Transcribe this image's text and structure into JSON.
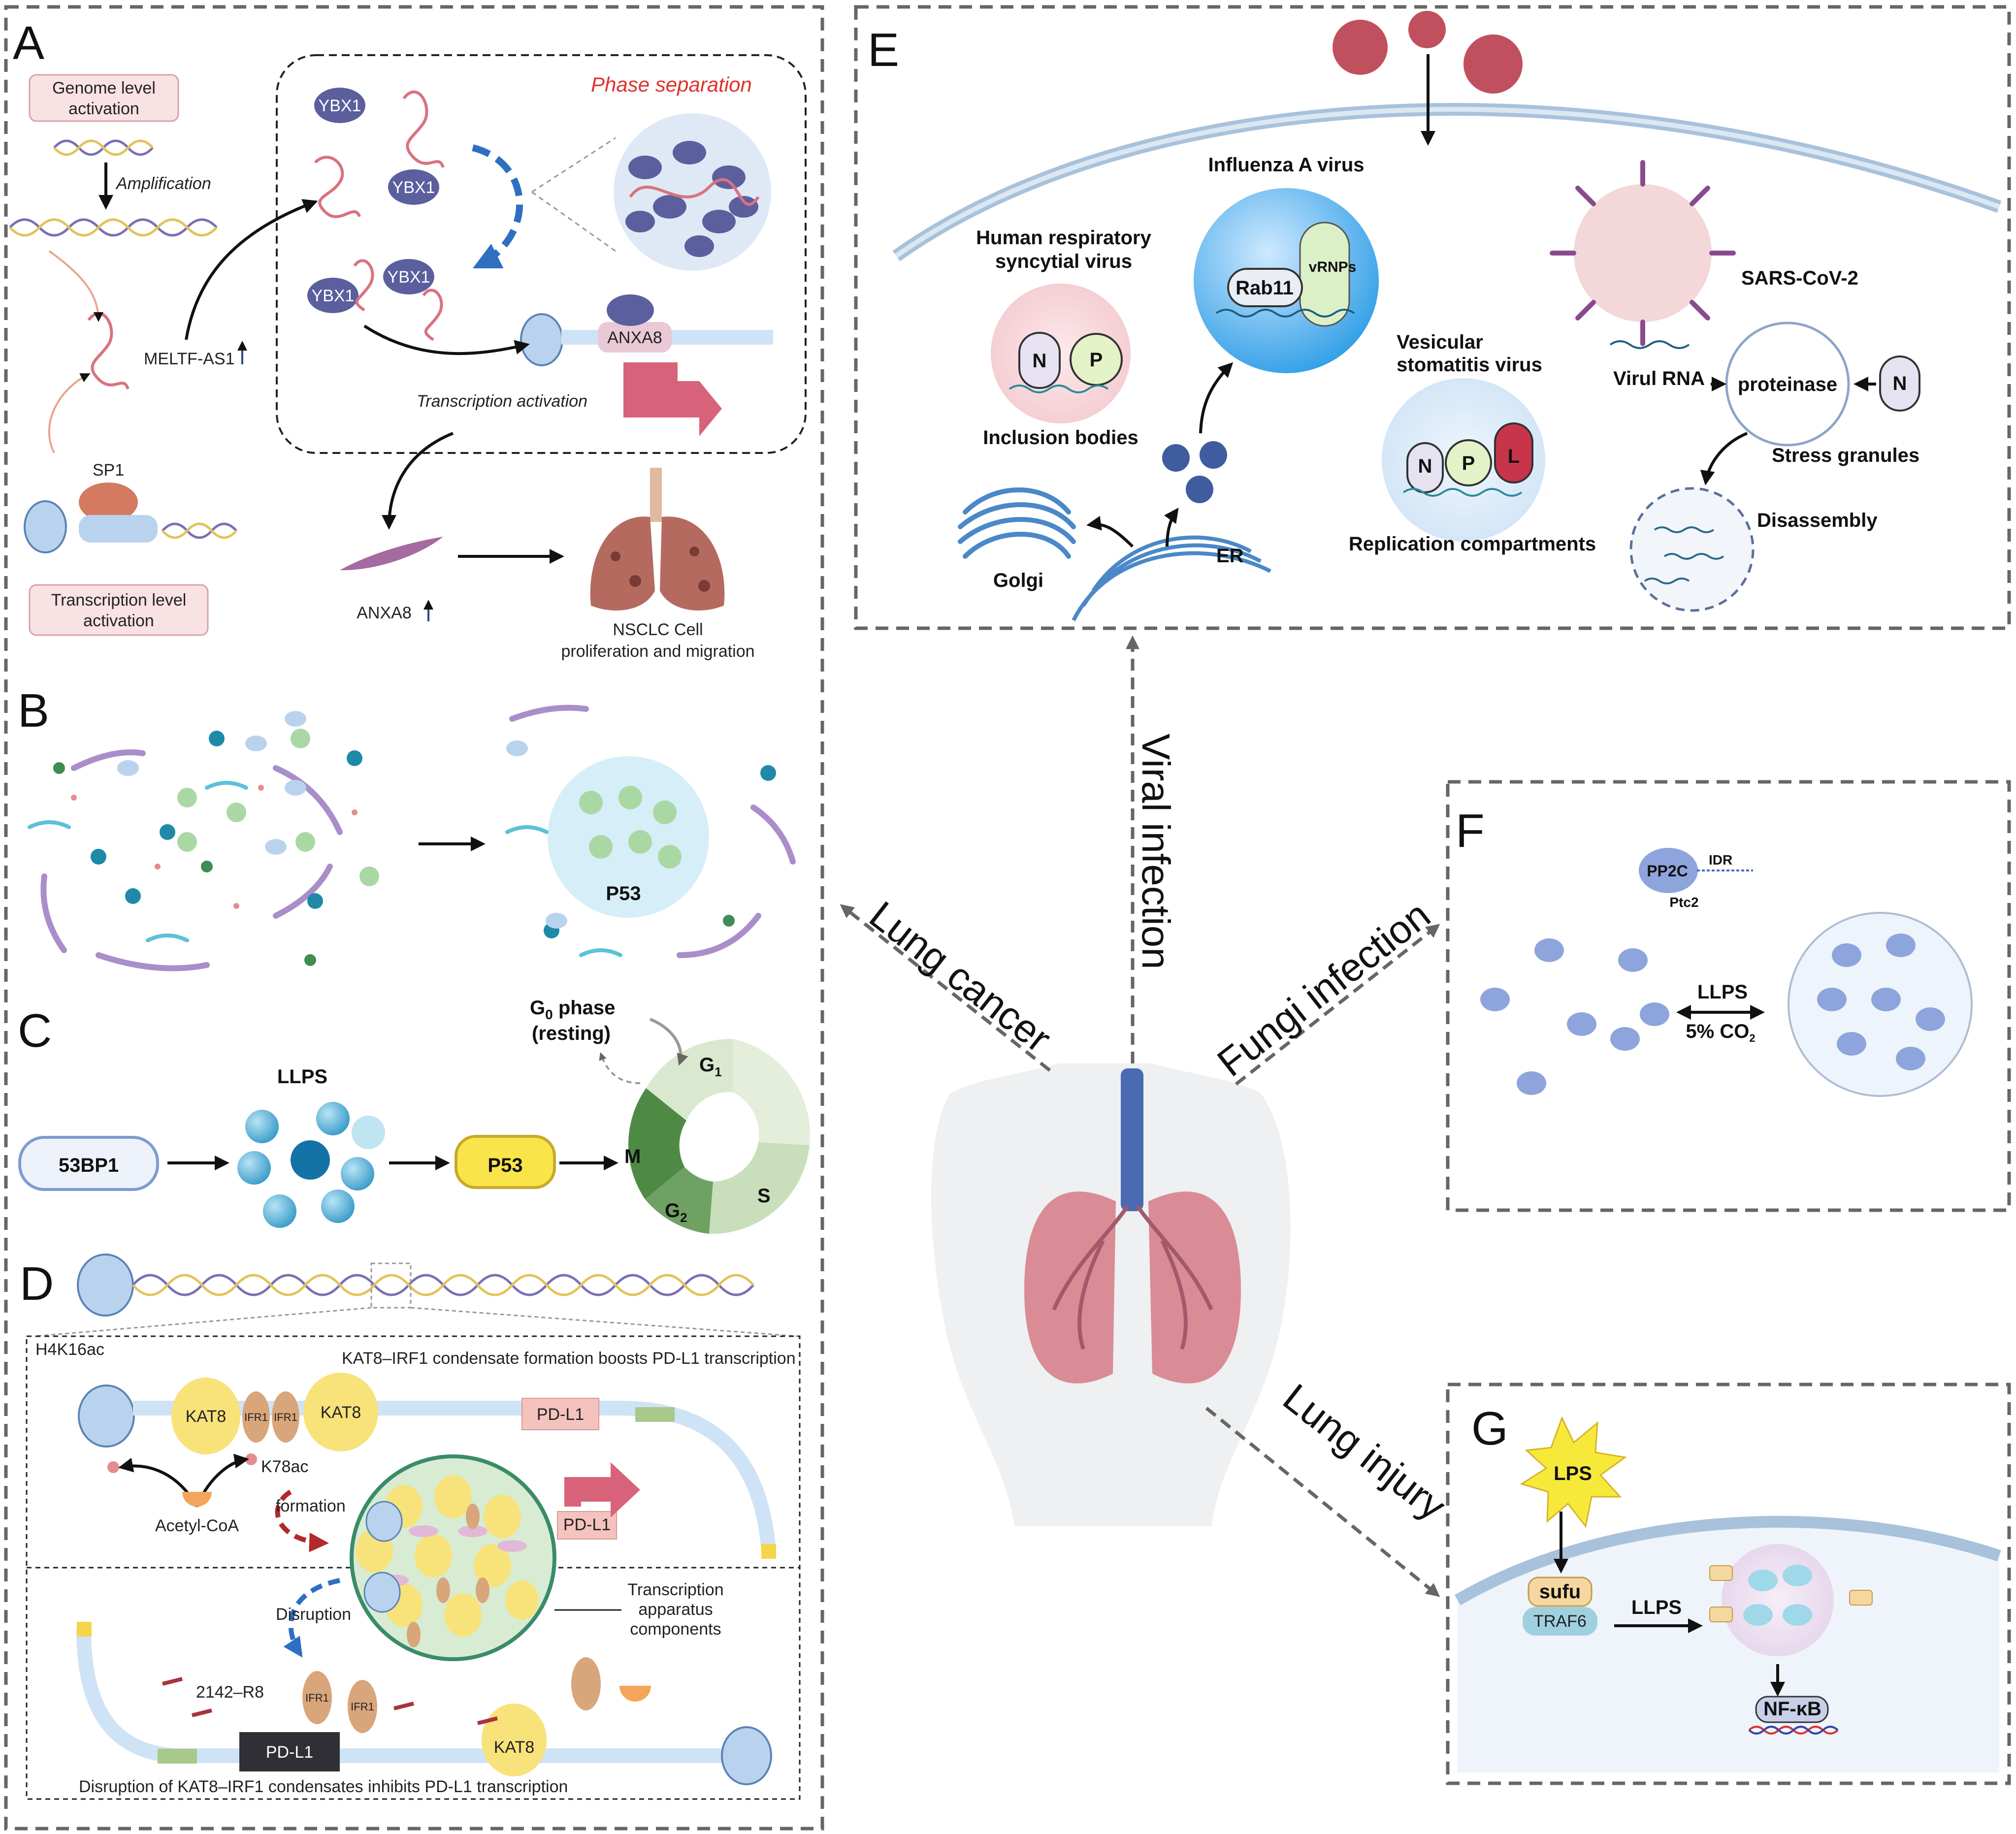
{
  "panels": {
    "A": {
      "letter": "A",
      "genome_level": [
        "Genome level",
        "activation"
      ],
      "amplification": "Amplification",
      "phase_separation": "Phase separation",
      "ybx1": "YBX1",
      "meltf": "MELTF-AS1",
      "sp1": "SP1",
      "anxa8": "ANXA8",
      "transcription_activation": "Transcription activation",
      "transcription_level": [
        "Transcription level",
        "activation"
      ],
      "anxa8_out": "ANXA8",
      "nsclc": [
        "NSCLC Cell",
        "proliferation and migration"
      ]
    },
    "B": {
      "letter": "B",
      "p53": "P53"
    },
    "C": {
      "letter": "C",
      "bp53": "53BP1",
      "llps": "LLPS",
      "p53": "P53",
      "g0": [
        "G",
        "0",
        " phase",
        "(resting)"
      ],
      "g1": [
        "G",
        "1"
      ],
      "s": "S",
      "g2": [
        "G",
        "2"
      ],
      "m": "M"
    },
    "D": {
      "letter": "D",
      "h4k16ac": "H4K16ac",
      "title_top": "KAT8–IRF1 condensate formation boosts PD-L1 transcription",
      "kat8": "KAT8",
      "irf1": "IFR1",
      "pdl1": "PD-L1",
      "k78ac": "K78ac",
      "acetyl": "Acetyl-CoA",
      "formation": "formation",
      "disruption": "Disruption",
      "tac": [
        "Transcription",
        "apparatus",
        "components"
      ],
      "r8": "2142–R8",
      "title_bottom": "Disruption of KAT8–IRF1 condensates inhibits PD-L1 transcription"
    },
    "E": {
      "letter": "E",
      "hrsv": [
        "Human respiratory",
        "syncytial virus"
      ],
      "iav": "Influenza A virus",
      "rab11": "Rab11",
      "vrnps": "vRNPs",
      "n": "N",
      "p": "P",
      "l": "L",
      "inclusion": "Inclusion bodies",
      "vsv": [
        "Vesicular",
        "stomatitis virus"
      ],
      "replication": "Replication compartments",
      "sars": "SARS-CoV-2",
      "virul": "Virul RNA",
      "proteinase": "proteinase",
      "stress": "Stress granules",
      "disassembly": "Disassembly",
      "golgi": "Golgi",
      "er": "ER"
    },
    "F": {
      "letter": "F",
      "pp2c": "PP2C",
      "idr": "IDR",
      "ptc2": "Ptc2",
      "llps": "LLPS",
      "co2": [
        "5% CO",
        "2"
      ]
    },
    "G": {
      "letter": "G",
      "lps": "LPS",
      "sufu": "sufu",
      "traf6": "TRAF6",
      "llps": "LLPS",
      "nfkb": "NF-κB"
    }
  },
  "routes": {
    "lung_cancer": "Lung cancer",
    "viral": "Viral infection",
    "fungi": "Fungi infection",
    "injury": "Lung injury"
  },
  "colors": {
    "ybx1": "#5b5f9e",
    "rna": "#d9727f",
    "ybx_blue": "#2f6fc2",
    "pink_box": "#f8e2e4",
    "green_cycle": "#9bc48a",
    "lung": "#d98c96",
    "virus": "#c0505e",
    "membrane": "#a9c2db"
  }
}
